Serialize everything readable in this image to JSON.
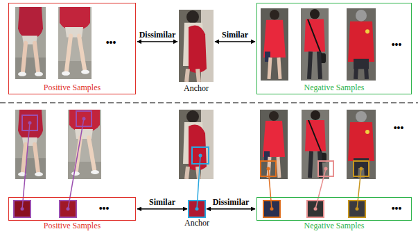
{
  "diagram": {
    "nodes": [
      {
        "text": [
          "Positive Samples"
        ]
      },
      {
        "text": [
          "Anchor"
        ]
      },
      {
        "text": [
          "Negative Samples"
        ]
      },
      {
        "text": [
          "Positive Samples"
        ]
      },
      {
        "text": [
          "Anchor"
        ]
      },
      {
        "text": [
          "Negative Samples"
        ]
      }
    ],
    "edges": [
      {
        "from": 0,
        "to": 1,
        "label": "Dissimilar",
        "arrow": "both"
      },
      {
        "from": 1,
        "to": 2,
        "label": "Similar",
        "arrow": "both"
      },
      {
        "from": 3,
        "to": 4,
        "label": "Similar",
        "arrow": "both"
      },
      {
        "from": 4,
        "to": 5,
        "label": "Dissimilar",
        "arrow": "both"
      }
    ],
    "labels": [
      "•••",
      "•••",
      "•••",
      "•••",
      "•••"
    ]
  }
}
